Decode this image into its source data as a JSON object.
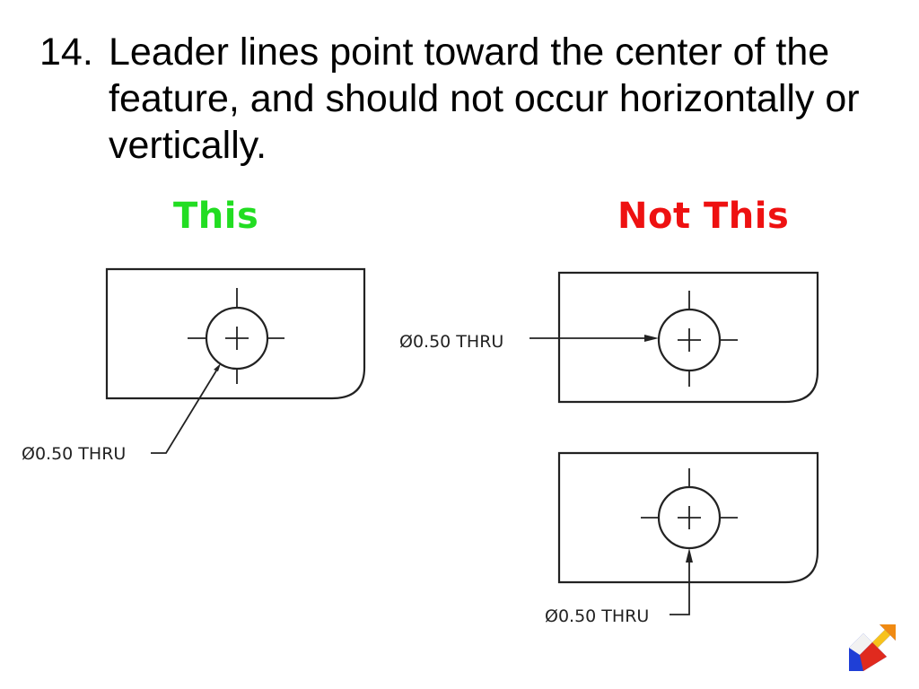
{
  "slide": {
    "item_number": "14.",
    "body_text": "Leader lines point toward the center of the feature, and should not occur horizontally or vertically."
  },
  "examples": {
    "good_label": "This",
    "bad_label": "Not This",
    "callout_good": "Ø0.50 THRU",
    "callout_bad_horizontal": "Ø0.50 THRU",
    "callout_bad_vertical": "Ø0.50 THRU"
  },
  "colors": {
    "good": "#22dd22",
    "bad": "#ee1111"
  },
  "nav": {
    "icon": "next-slide-arrow-icon"
  }
}
